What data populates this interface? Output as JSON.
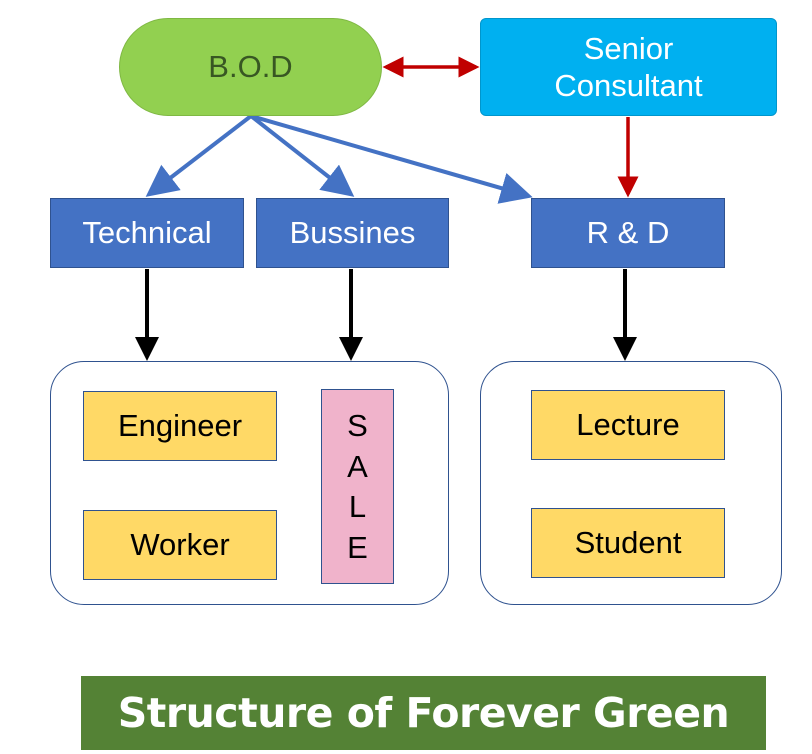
{
  "nodes": {
    "bod": "B.O.D",
    "consultant_line1": "Senior",
    "consultant_line2": "Consultant",
    "technical": "Technical",
    "business": "Bussines",
    "rnd": "R & D",
    "engineer": "Engineer",
    "worker": "Worker",
    "sale_letters": [
      "S",
      "A",
      "L",
      "E"
    ],
    "lecture": "Lecture",
    "student": "Student"
  },
  "title": "Structure of Forever Green",
  "colors": {
    "bod": "#92d050",
    "consultant": "#00b0f0",
    "department": "#4472c4",
    "role": "#ffd966",
    "sale": "#f0b3cb",
    "title_bar": "#548235",
    "arrow_blue": "#4472c4",
    "arrow_red": "#c00000",
    "arrow_black": "#000000"
  }
}
